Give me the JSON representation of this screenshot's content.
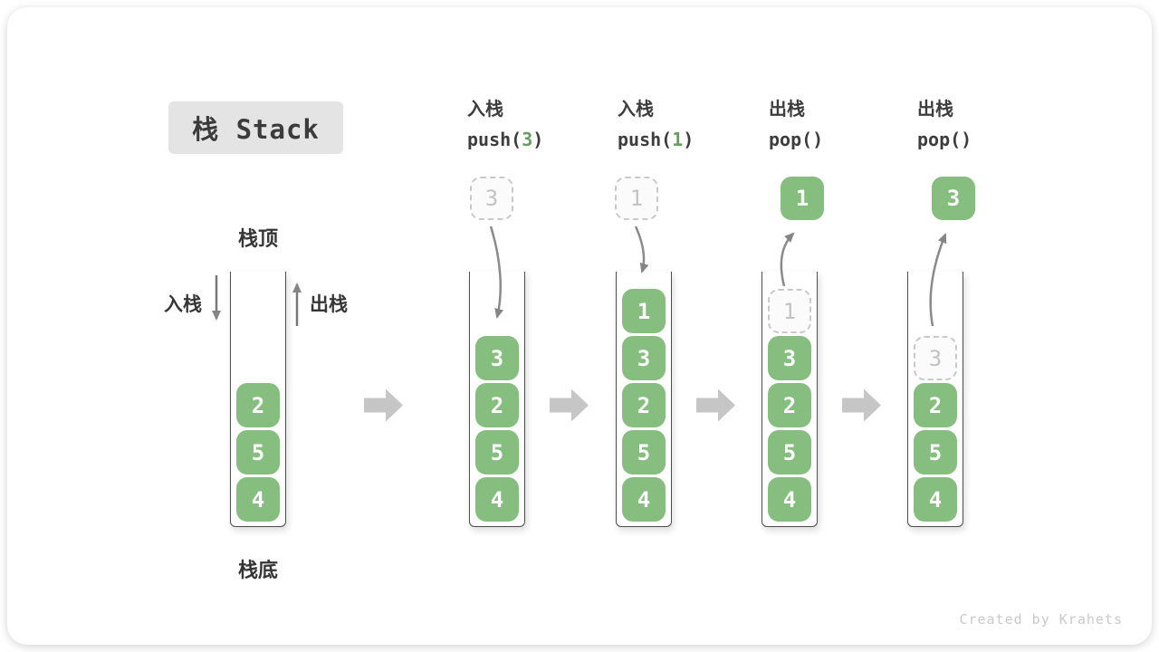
{
  "title": "栈 Stack",
  "labels": {
    "stack_top": "栈顶",
    "stack_bottom": "栈底",
    "push_side": "入栈",
    "pop_side": "出栈"
  },
  "operations": [
    {
      "label_zh": "入栈",
      "code_pre": "push(",
      "arg": "3",
      "code_post": ")"
    },
    {
      "label_zh": "入栈",
      "code_pre": "push(",
      "arg": "1",
      "code_post": ")"
    },
    {
      "label_zh": "出栈",
      "code_pre": "pop(",
      "arg": "",
      "code_post": ")"
    },
    {
      "label_zh": "出栈",
      "code_pre": "pop(",
      "arg": "",
      "code_post": ")"
    }
  ],
  "stacks": [
    {
      "cells": [
        {
          "value": "2"
        },
        {
          "value": "5"
        },
        {
          "value": "4"
        }
      ]
    },
    {
      "floating": {
        "value": "3"
      },
      "cells": [
        {
          "value": "3"
        },
        {
          "value": "2"
        },
        {
          "value": "5"
        },
        {
          "value": "4"
        }
      ]
    },
    {
      "floating": {
        "value": "1"
      },
      "cells": [
        {
          "value": "1"
        },
        {
          "value": "3"
        },
        {
          "value": "2"
        },
        {
          "value": "5"
        },
        {
          "value": "4"
        }
      ]
    },
    {
      "floating": {
        "value": "1"
      },
      "ghost": {
        "value": "1"
      },
      "cells": [
        {
          "value": "3"
        },
        {
          "value": "2"
        },
        {
          "value": "5"
        },
        {
          "value": "4"
        }
      ]
    },
    {
      "floating": {
        "value": "3"
      },
      "ghost": {
        "value": "3"
      },
      "cells": [
        {
          "value": "2"
        },
        {
          "value": "5"
        },
        {
          "value": "4"
        }
      ]
    }
  ],
  "watermark": "Created by Krahets",
  "colors": {
    "cell_green": "#85be7e",
    "code_arg_green": "#64a05c",
    "curved_arrow_gray": "#8a8a8a",
    "block_arrow_gray": "#c6c6c6",
    "ghost_gray": "#c9c9c9",
    "title_bg": "#e4e4e4",
    "text_dark": "#3b3b3b",
    "watermark_gray": "#c9c9c9"
  }
}
